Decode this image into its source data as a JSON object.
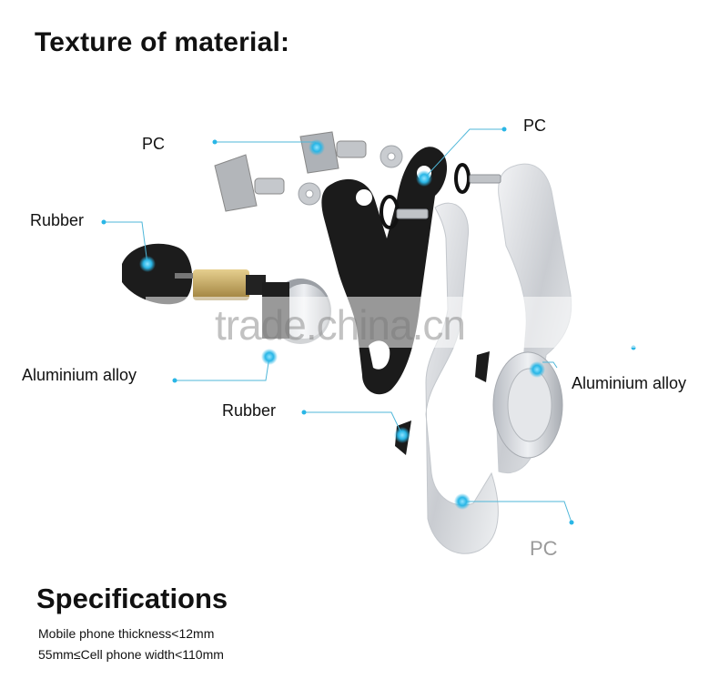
{
  "header": {
    "title": "Texture of material:"
  },
  "labels": {
    "pc_left": "PC",
    "pc_top_right": "PC",
    "rubber_left": "Rubber",
    "aluminium_left": "Aluminium alloy",
    "rubber_center": "Rubber",
    "aluminium_right": "Aluminium alloy",
    "pc_bottom": "PC"
  },
  "watermark": "trade.china.cn",
  "specifications": {
    "title": "Specifications",
    "lines": [
      "Mobile phone thickness<12mm",
      "55mm≤Cell phone width<110mm"
    ]
  },
  "colors": {
    "accent": "#29b6e6",
    "leader": "#4fb7d9",
    "black_part": "#1b1b1b",
    "silver_part": "#d9dce0",
    "brass": "#c9a960"
  }
}
